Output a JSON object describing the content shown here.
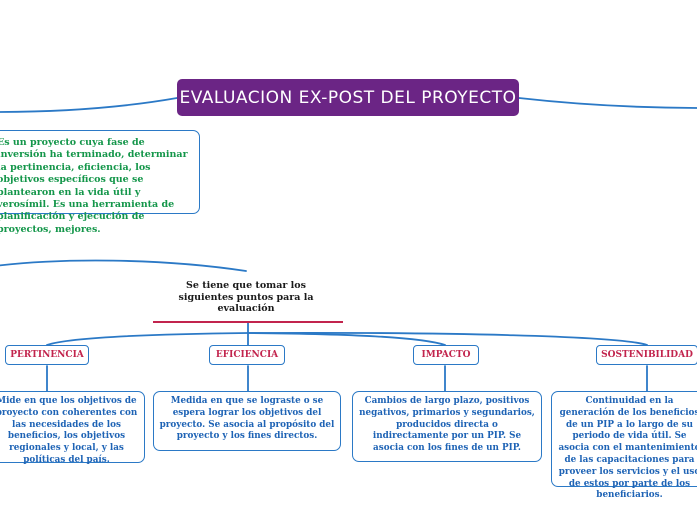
{
  "title": "EVALUACION EX-POST DEL PROYECTO",
  "intro": "Es un proyecto cuya fase de inversión ha terminado, determinar la pertinencia, eficiencia, los objetivos específicos que se plantearon en la vida útil y verosímil. Es una herramienta de planificación y ejecución de proyectos, mejores.",
  "subtopic": "Se tiene que tomar los siguientes puntos para la evaluación",
  "categories": [
    {
      "label": "PERTINENCIA",
      "description": "Mide en que los objetivos de proyecto con coherentes con las necesidades de los beneficios, los objetivos regionales y local, y las políticas del país."
    },
    {
      "label": "EFICIENCIA",
      "description": "Medida en que se lograste o se espera lograr los objetivos del proyecto. Se asocia al propósito del proyecto y los fines directos."
    },
    {
      "label": "IMPACTO",
      "description": "Cambios de largo plazo, positivos negativos, primarios y segundarios, producidos directa o indirectamente por un PIP. Se asocia con los fines de un PIP."
    },
    {
      "label": "SOSTENIBILIDAD",
      "description": "Continuidad en la generación de los beneficios de un PIP a lo largo de su periodo de vida útil. Se asocia con el mantenimiento de las capacitaciones para proveer los servicios y el uso de estos por parte de los beneficiarios."
    }
  ],
  "colors": {
    "title_bg": "#6b2585",
    "connector": "#2b79c6",
    "intro_text": "#14964a",
    "category_text": "#c2244d",
    "description_text": "#1e63b5"
  }
}
